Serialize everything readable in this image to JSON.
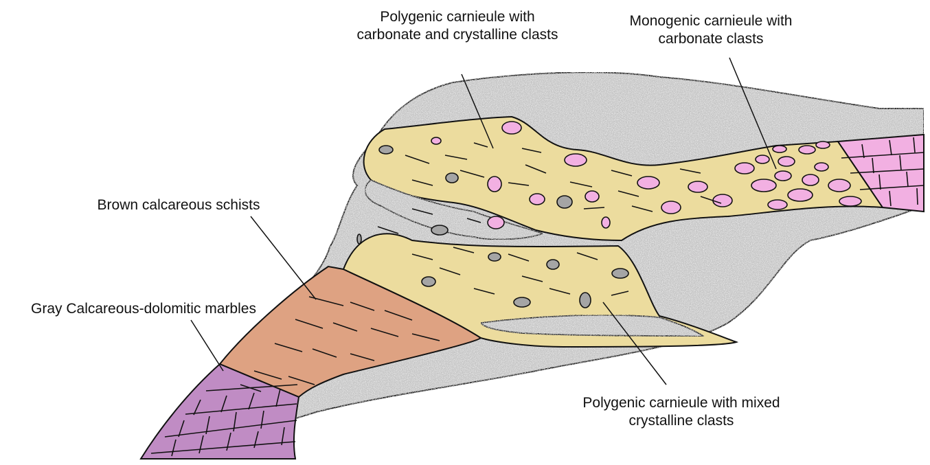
{
  "labels": {
    "polygenic_carbonate_crystalline": {
      "line1": "Polygenic carnieule with",
      "line2": "carbonate and crystalline clasts"
    },
    "monogenic_carbonate": {
      "line1": "Monogenic carnieule with",
      "line2": "carbonate clasts"
    },
    "brown_calcareous_schists": {
      "line1": "Brown calcareous schists"
    },
    "gray_marbles": {
      "line1": "Gray Calcareous-dolomitic marbles"
    },
    "polygenic_mixed_crystalline": {
      "line1": "Polygenic carnieule with mixed",
      "line2": "crystalline clasts"
    }
  },
  "colors": {
    "gray_rock": "#c4c4c4",
    "carnieule_yellow": "#ecdc9e",
    "brown_schist": "#dea282",
    "gray_marble_purple": "#c08cc4",
    "monogenic_pink": "#f2b0e2",
    "gray_clast": "#a5a5a5",
    "outline": "#111111"
  }
}
